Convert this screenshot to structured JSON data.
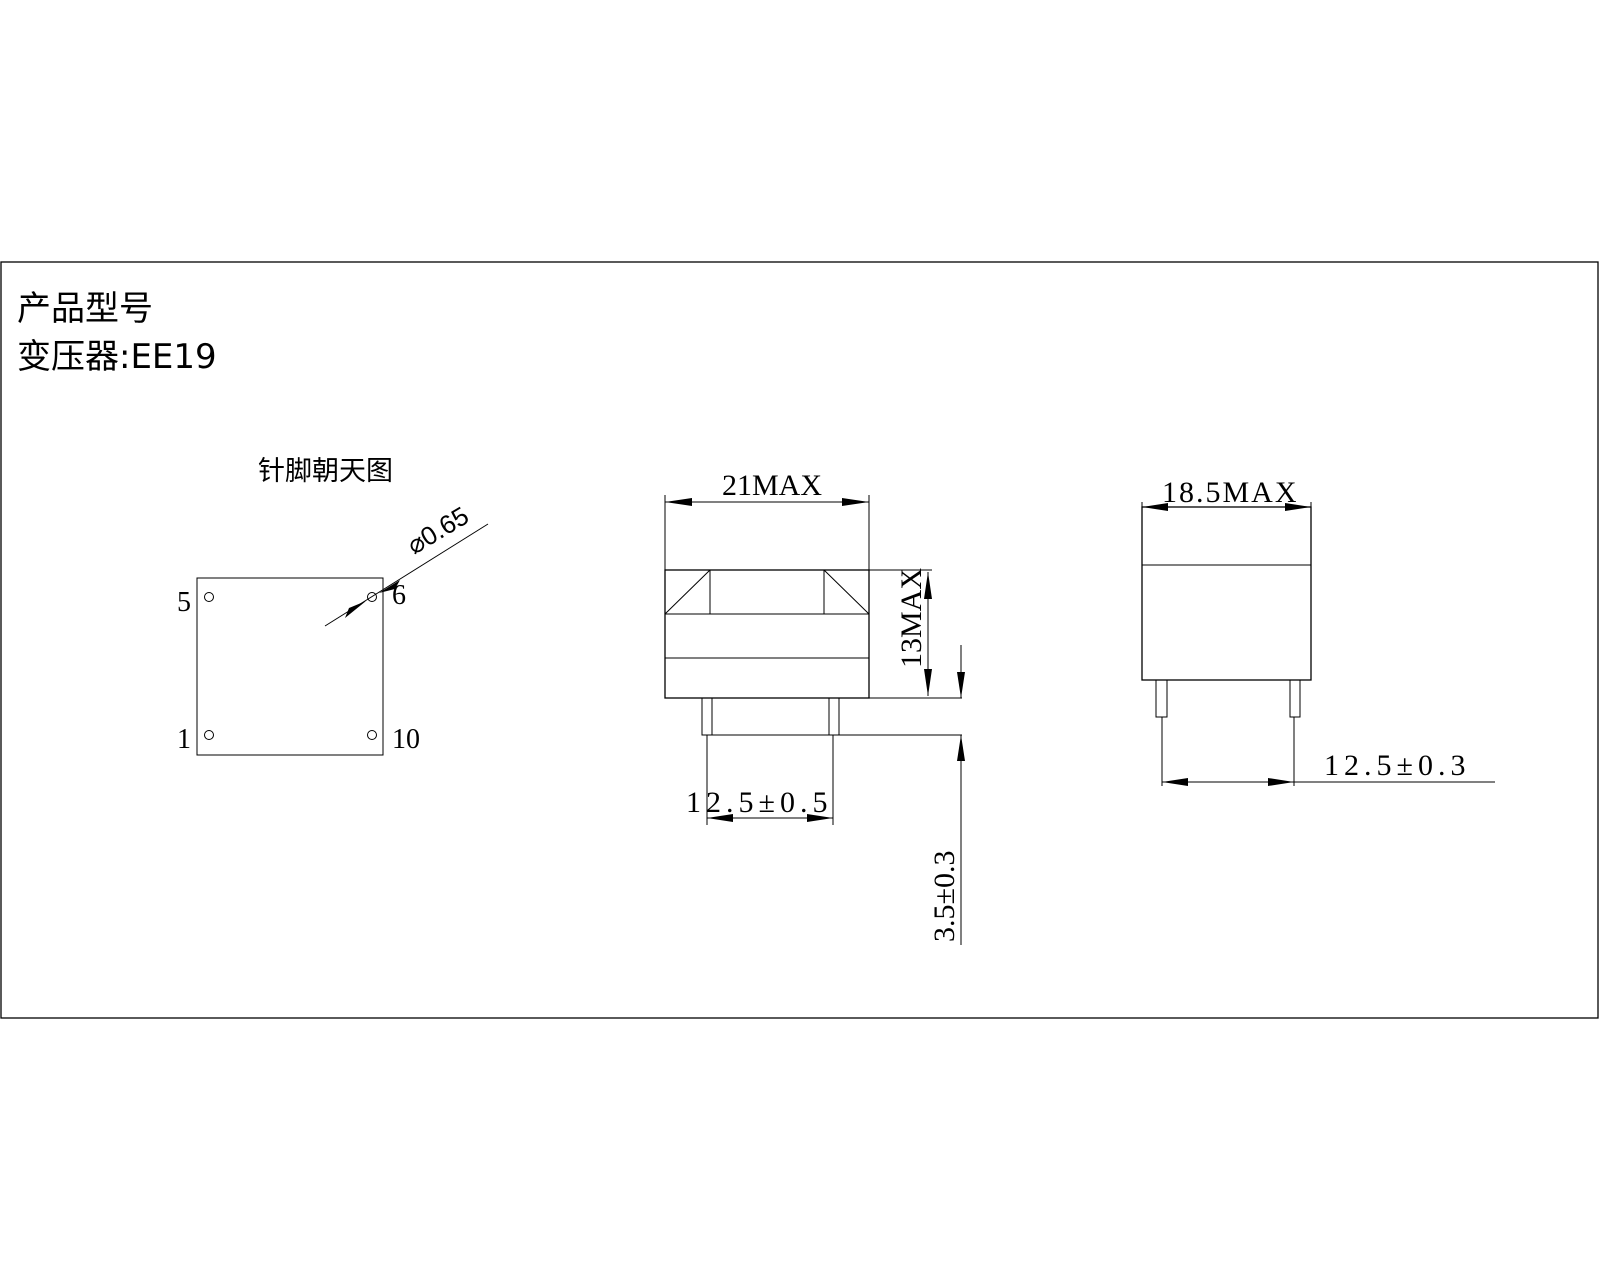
{
  "title": {
    "line1": "产品型号",
    "line2": "变压器:EE19"
  },
  "pin_view": {
    "caption": "针脚朝天图",
    "diameter_label": "⌀0.65",
    "pins": [
      "5",
      "6",
      "1",
      "10"
    ]
  },
  "front_view": {
    "width_label": "21MAX",
    "height_label": "13MAX",
    "pin_pitch_label": "12.5±0.5",
    "pin_length_label": "3.5±0.3"
  },
  "side_view": {
    "width_label": "18.5MAX",
    "pin_pitch_label": "12.5±0.3"
  }
}
